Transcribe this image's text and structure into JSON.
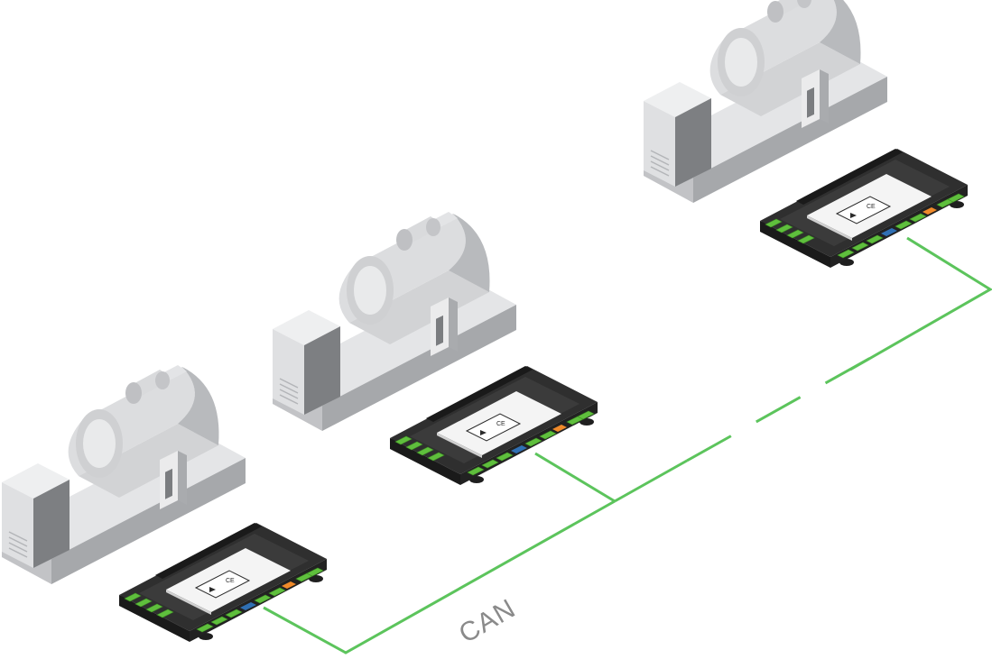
{
  "network": {
    "bus_label": "CAN",
    "line_color": "#5cc45c"
  },
  "units": [
    {
      "generator": "generator-1",
      "controller": "controller-1"
    },
    {
      "generator": "generator-2",
      "controller": "controller-2"
    },
    {
      "generator": "generator-3",
      "controller": "controller-3"
    }
  ],
  "colors": {
    "generator_light": "#e6e7e9",
    "generator_mid": "#c9cacc",
    "generator_dark": "#9a9c9f",
    "board_black": "#2b2b2b",
    "terminal_green": "#5fbf3d",
    "terminal_orange": "#f08a2a",
    "terminal_blue": "#2f6fb3",
    "display_white": "#f4f4f4"
  },
  "icons": [
    "play-icon",
    "ce-mark-icon"
  ]
}
